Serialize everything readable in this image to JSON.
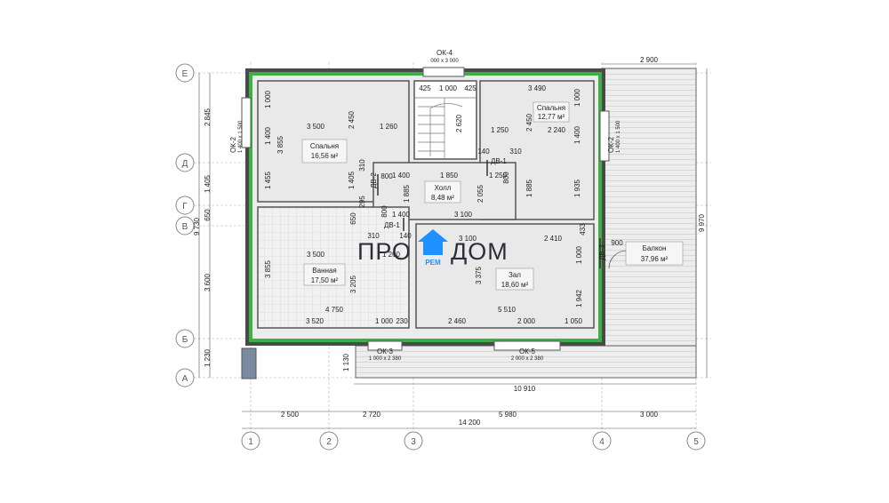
{
  "axes": {
    "rows": [
      "Е",
      "Д",
      "Г",
      "В",
      "Б",
      "А"
    ],
    "cols": [
      "1",
      "2",
      "3",
      "4",
      "5"
    ]
  },
  "rooms": [
    {
      "name": "Спальня",
      "area": "16,56 м²"
    },
    {
      "name": "Спальня",
      "area": "12,77 м²"
    },
    {
      "name": "Холл",
      "area": "8,48 м²"
    },
    {
      "name": "Ванная",
      "area": "17,50 м²"
    },
    {
      "name": "Зал",
      "area": "18,60 м²"
    },
    {
      "name": "Балкон",
      "area": "37,96 м²"
    }
  ],
  "windows": {
    "ok4": {
      "name": "ОК-4",
      "size": "000 х 3 000"
    },
    "ok2_left": {
      "name": "ОК-2",
      "size": "1 400 х 1 500"
    },
    "ok2_right": {
      "name": "ОК-2",
      "size": "1 400 х 1 500"
    },
    "ok3": {
      "name": "ОК-3",
      "size": "1 000 х 2 380"
    },
    "ok5": {
      "name": "ОК-5",
      "size": "2 000 х 2 380"
    }
  },
  "doors": {
    "dv1_top": "ДВ-1",
    "dv2": "ДВ-2",
    "dv1_bottom": "ДВ-1",
    "dv3": "ДВ-3"
  },
  "dims": {
    "bottom": [
      "2 500",
      "2 720",
      "5 980",
      "3 000"
    ],
    "total_width": "14 200",
    "balcony_length": "10 910",
    "balcony_width": "2 900",
    "balcony_height": "9 970",
    "left": [
      "2 845",
      "1 405",
      "650",
      "3 600",
      "1 230"
    ],
    "left_total": "9 730",
    "bed1_top": "1 000",
    "bed1_w": "3 500",
    "bed1_h": "3 855",
    "bed1_v1400": "1 400",
    "bed1_v1455": "1 455",
    "bed1_2450": "2 450",
    "bed1_1260": "1 260",
    "bed1_1405": "1 405",
    "stair_425a": "425",
    "stair_1000": "1 000",
    "stair_425b": "425",
    "stair_2620": "2 620",
    "bed2_3490": "3 490",
    "bed2_1000": "1 000",
    "bed2_1250": "1 250",
    "bed2_2450": "2 450",
    "bed2_2240": "2 240",
    "bed2_1400": "1 400",
    "bed2_1935": "1 935",
    "hall_140a": "140",
    "hall_310a": "310",
    "hall_310b": "310",
    "hall_800a": "800",
    "hall_1400a": "1 400",
    "hall_1850": "1 850",
    "hall_800b": "800",
    "hall_1250": "1 250",
    "hall_1885a": "1 885",
    "hall_2055": "2 055",
    "hall_1885b": "1 885",
    "hall_295": "295",
    "hall_800c": "800",
    "hall_1400b": "1 400",
    "hall_3100a": "3 100",
    "hall_650": "650",
    "bath_310": "310",
    "bath_140": "140",
    "bath_3100": "3 100",
    "bath_2410": "2 410",
    "bath_433": "433",
    "bath_3500": "3 500",
    "bath_1260": "1 260",
    "bath_3855": "3 855",
    "bath_3205": "3 205",
    "bath_4750": "4 750",
    "bath_3520": "3 520",
    "bath_1000": "1 000",
    "bath_230": "230",
    "zal_3375": "3 375",
    "zal_1000": "1 000",
    "zal_1942": "1 942",
    "zal_5510": "5 510",
    "zal_2460": "2 460",
    "zal_2000": "2 000",
    "zal_1050": "1 050",
    "porch_1130": "1 130",
    "dv3_900": "900"
  },
  "logo": {
    "left": "ПРО",
    "right": "ДОМ",
    "badge": "РЕМ"
  },
  "colors": {
    "wall": "#4a4a4a",
    "insulation": "#3cb043",
    "room_fill": "#eeeeee",
    "tile": "#d8d8d8",
    "balcony": "#e6e6e6",
    "axis_line": "#9a9a9a",
    "logo_blue": "#1e90ff"
  }
}
